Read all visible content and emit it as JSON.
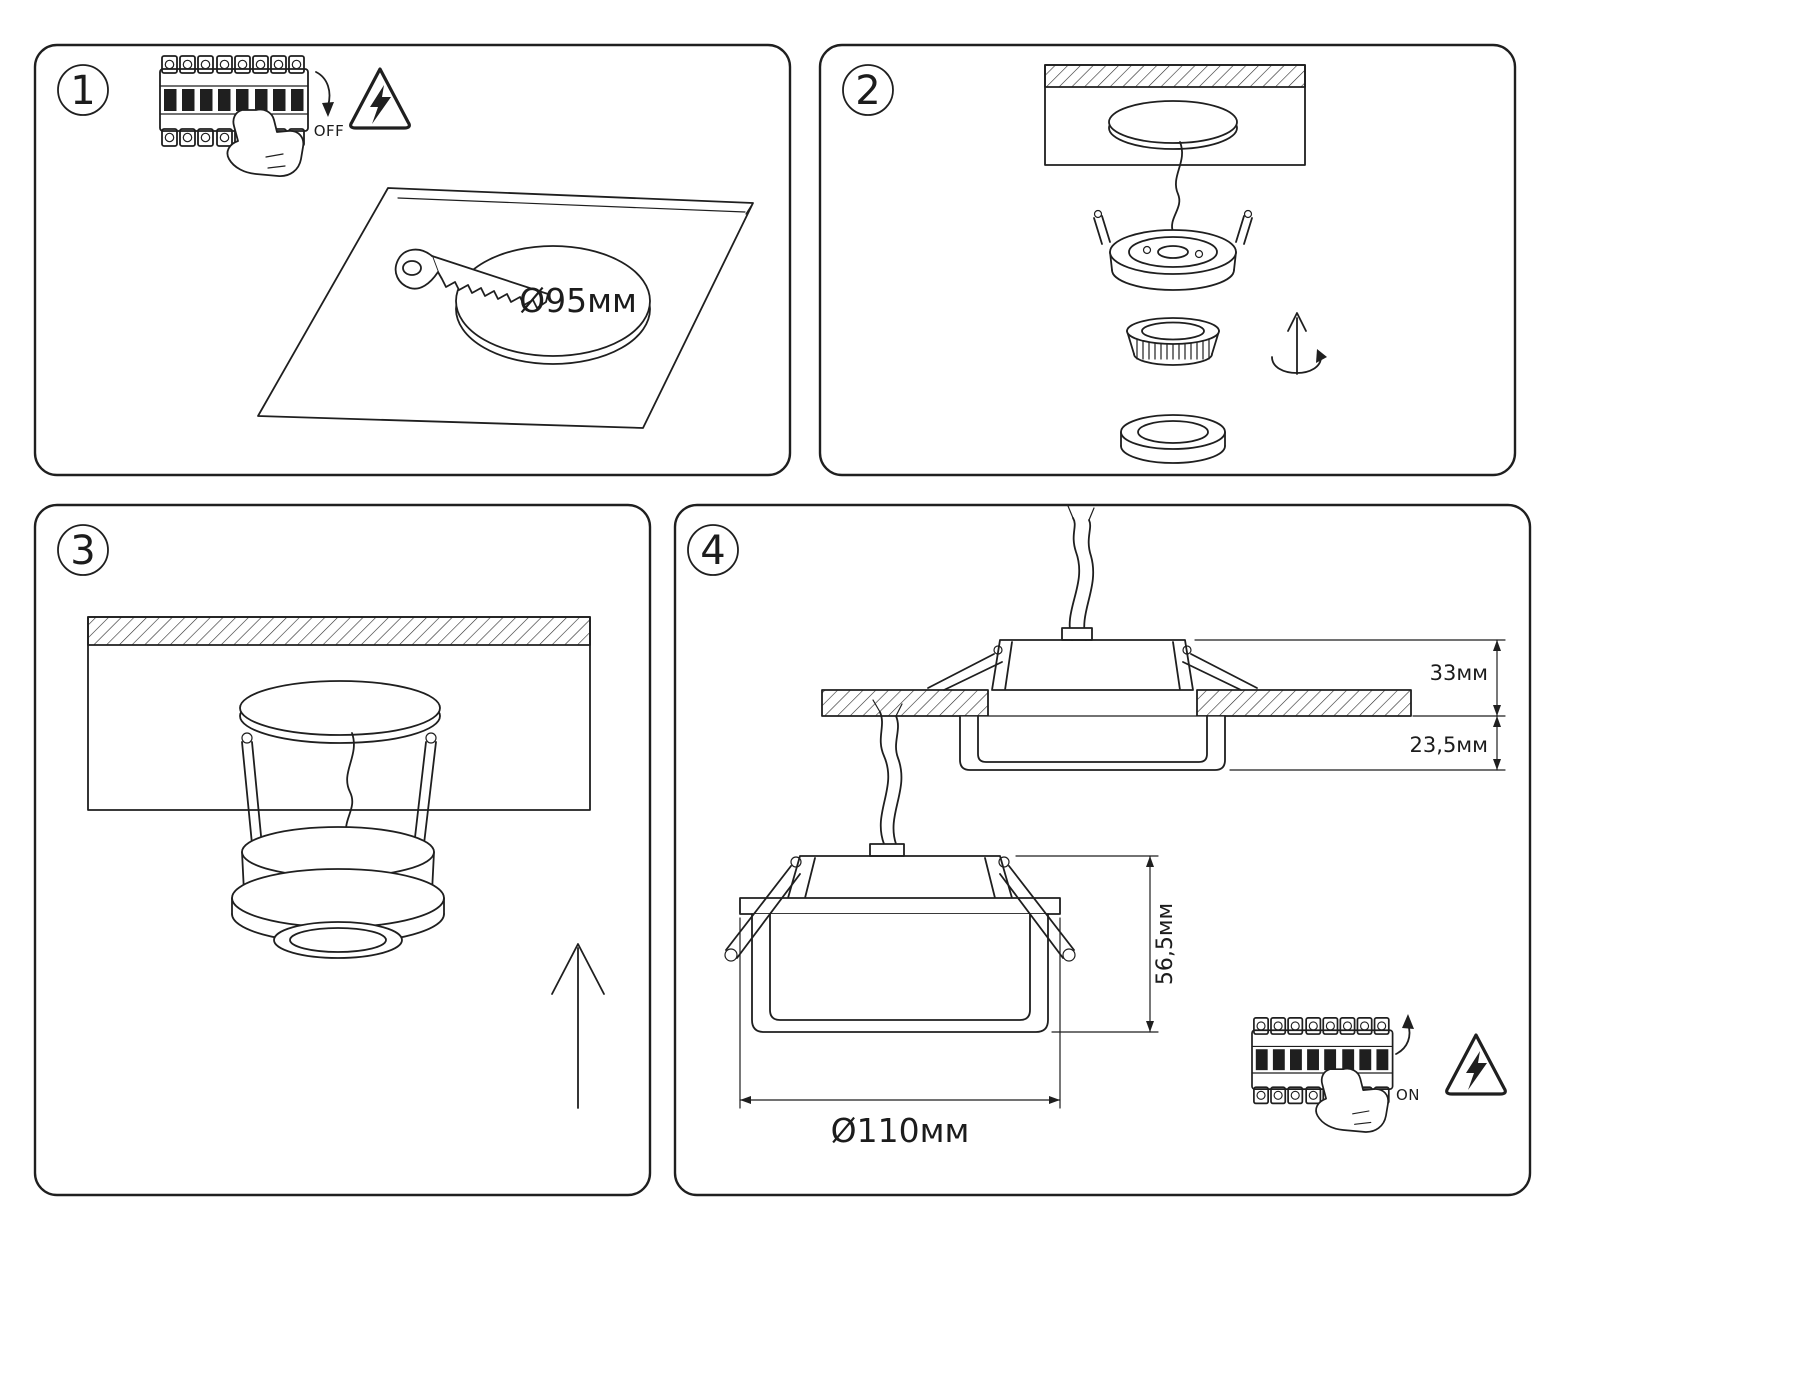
{
  "colors": {
    "ink": "#1f1f1f",
    "background": "#ffffff"
  },
  "panels": {
    "p1": {
      "number": "1",
      "switch_label": "OFF",
      "cutout_diameter": "Ø95мм"
    },
    "p2": {
      "number": "2"
    },
    "p3": {
      "number": "3"
    },
    "p4": {
      "number": "4",
      "dim_above_ceiling": "33мм",
      "dim_below_ceiling": "23,5мм",
      "dim_total_height": "56,5мм",
      "dim_outer_diameter": "Ø110мм",
      "switch_label": "ON"
    }
  }
}
